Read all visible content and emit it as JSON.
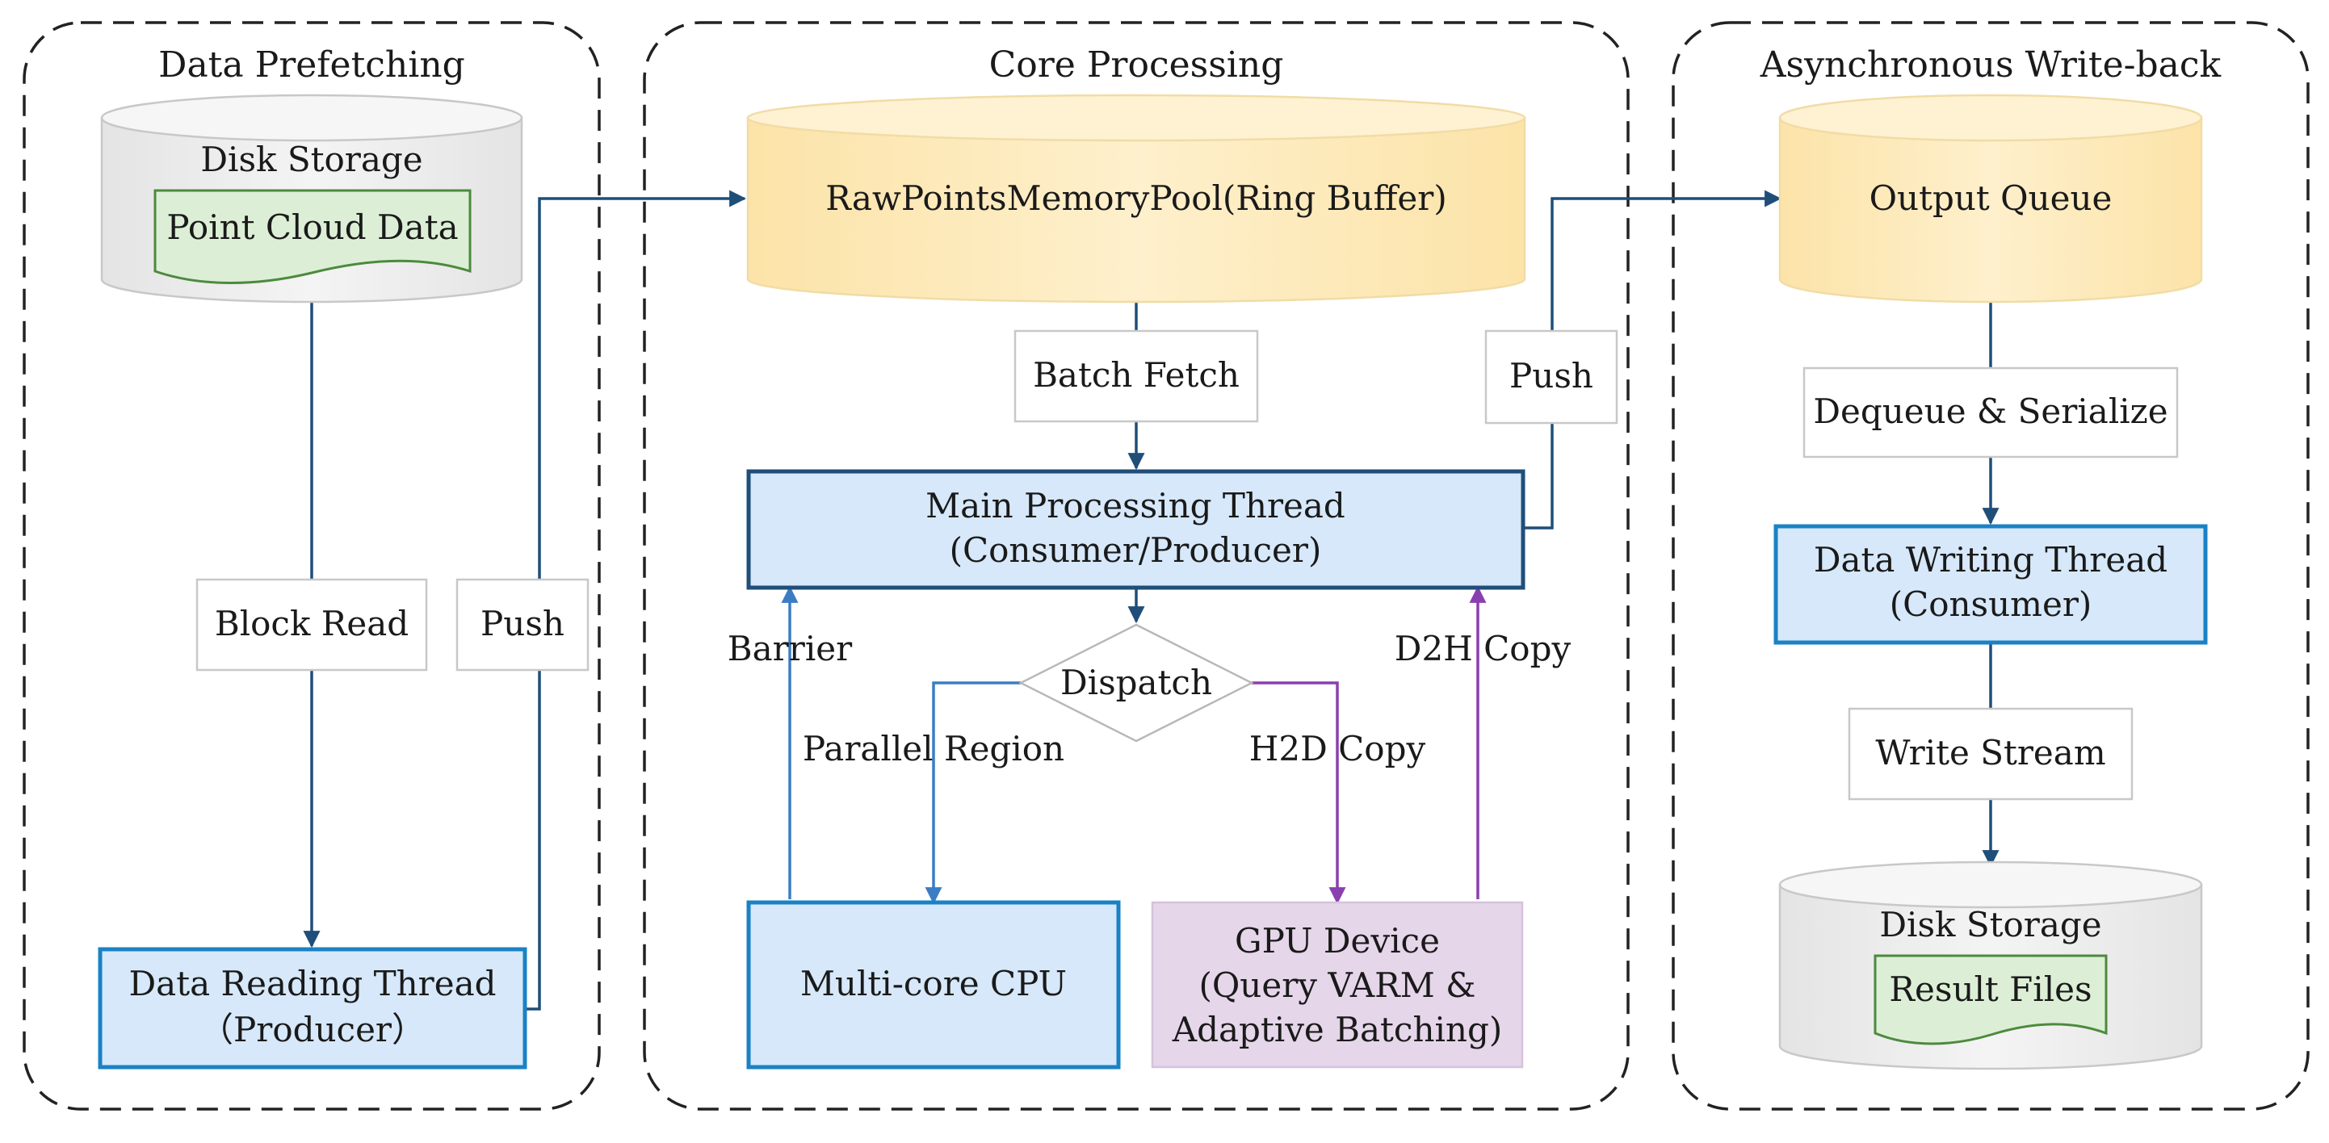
{
  "panels": {
    "prefetch": {
      "title": "Data Prefetching"
    },
    "core": {
      "title": "Core Processing"
    },
    "writeback": {
      "title": "Asynchronous Write-back"
    }
  },
  "prefetch": {
    "disk_label": "Disk Storage",
    "data_label": "Point Cloud Data",
    "block_read": "Block Read",
    "push": "Push",
    "reader_line1": "Data Reading Thread",
    "reader_line2": "（Producer）"
  },
  "core": {
    "pool_label": "RawPointsMemoryPool(Ring Buffer)",
    "batch_fetch": "Batch Fetch",
    "push": "Push",
    "main_line1": "Main Processing Thread",
    "main_line2": "(Consumer/Producer)",
    "dispatch": "Dispatch",
    "barrier": "Barrier",
    "d2h": "D2H Copy",
    "parallel_region": "Parallel Region",
    "h2d": "H2D Copy",
    "cpu": "Multi-core CPU",
    "gpu_line1": "GPU Device",
    "gpu_line2": "(Query VARM &",
    "gpu_line3": "Adaptive Batching)"
  },
  "writeback": {
    "queue_label": "Output Queue",
    "dequeue": "Dequeue & Serialize",
    "writer_line1": "Data Writing Thread",
    "writer_line2": "(Consumer)",
    "write_stream": "Write Stream",
    "disk_label": "Disk Storage",
    "result_files": "Result Files"
  },
  "colors": {
    "navy_arrow": "#1f4e79",
    "blue_arrow": "#3b7dc4",
    "purple_arrow": "#8a3fb0",
    "thread_fill": "#d6e8fa",
    "thread_border": "#1a82c4",
    "main_border": "#1f4e79",
    "pool_fill": "#fde9b8",
    "disk_fill": "#eeeeee",
    "doc_fill": "#dcefd6",
    "doc_border": "#4c8a3e",
    "gpu_fill": "#e6d6ea"
  }
}
